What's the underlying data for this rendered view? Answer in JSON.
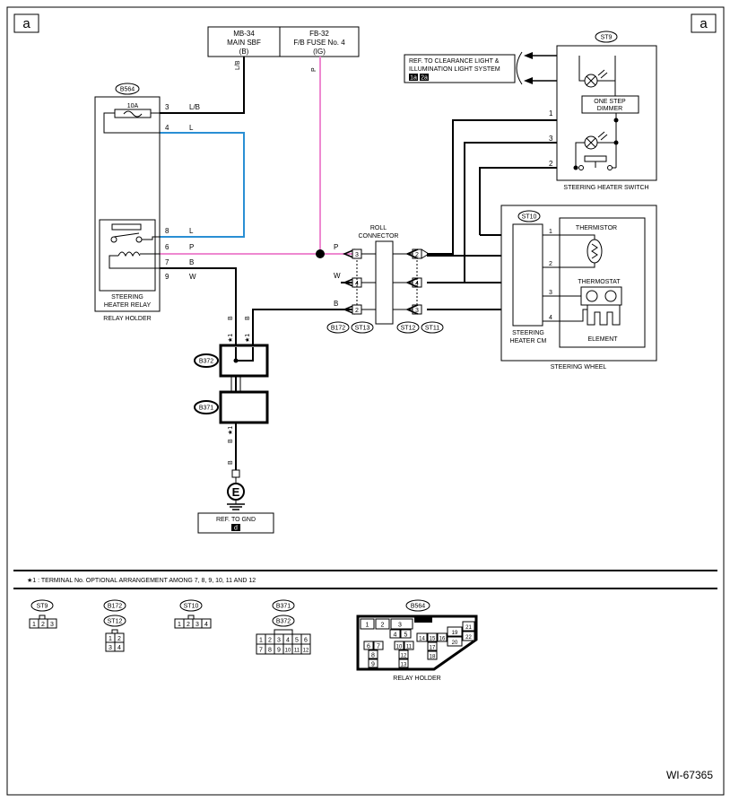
{
  "page_marker": "a",
  "figure_id": "WI-67365",
  "note": "★1 : TERMINAL No. OPTIONAL ARRANGEMENT AMONG 7, 8, 9, 10, 11 AND 12",
  "star_mark": "★1",
  "fuses": {
    "main_sbf": {
      "line1": "MB-34",
      "line2": "MAIN SBF",
      "line3": "(B)"
    },
    "fb_fuse": {
      "line1": "FB-32",
      "line2": "F/B FUSE No. 4",
      "line3": "(IG)"
    }
  },
  "wire_colors": {
    "lb": "L/B",
    "l": "L",
    "p": "P",
    "b": "B",
    "w": "W"
  },
  "colors": {
    "blue_wire": "#2a8fd4",
    "pink_wire": "#ee88d0",
    "black_wire": "#000000"
  },
  "relay": {
    "connector": "B564",
    "fuse": "10A",
    "name_line1": "STEERING",
    "name_line2": "HEATER RELAY",
    "holder": "RELAY HOLDER",
    "pins": [
      "3",
      "4",
      "8",
      "6",
      "7",
      "9"
    ]
  },
  "reference": {
    "line1": "REF. TO CLEARANCE LIGHT &",
    "line2": "ILLUMINATION LIGHT SYSTEM",
    "badge1": "1a",
    "badge2": "2a"
  },
  "switch": {
    "connector": "ST9",
    "dimmer_line1": "ONE STEP",
    "dimmer_line2": "DIMMER",
    "name": "STEERING HEATER SWITCH",
    "pins": [
      "1",
      "3",
      "2"
    ]
  },
  "roll_connector": {
    "line1": "ROLL",
    "line2": "CONNECTOR"
  },
  "connectors": {
    "b172": "B172",
    "st13": "ST13",
    "st12": "ST12",
    "st11": "ST11",
    "b372": "B372",
    "b371": "B371"
  },
  "terminal_pins": {
    "left": [
      "3",
      "4",
      "2"
    ],
    "right": [
      "2",
      "4",
      "3"
    ]
  },
  "steering_wheel": {
    "name": "STEERING WHEEL",
    "cm_connector": "ST10",
    "cm_line1": "STEERING",
    "cm_line2": "HEATER CM",
    "thermistor": "THERMISTOR",
    "thermostat": "THERMOSTAT",
    "element": "ELEMENT",
    "pins": [
      "1",
      "2",
      "3",
      "4"
    ]
  },
  "ground": {
    "symbol": "E",
    "ref": "REF. TO GND",
    "badge": "d"
  },
  "legend": {
    "st9": {
      "label": "ST9",
      "pins": [
        "1",
        "2",
        "3"
      ]
    },
    "b172_st12": {
      "label1": "B172",
      "label2": "ST12",
      "pins": [
        "1",
        "2",
        "3",
        "4"
      ]
    },
    "st10": {
      "label": "ST10",
      "pins": [
        "1",
        "2",
        "3",
        "4"
      ]
    },
    "b371_b372": {
      "label1": "B371",
      "label2": "B372",
      "pins": [
        "1",
        "2",
        "3",
        "4",
        "5",
        "6",
        "7",
        "8",
        "9",
        "10",
        "11",
        "12"
      ]
    },
    "b564": {
      "label": "B564",
      "caption": "RELAY HOLDER",
      "cells": [
        "1",
        "2",
        "3",
        "4",
        "5",
        "6",
        "7",
        "8",
        "9",
        "10",
        "11",
        "12",
        "13",
        "14",
        "15",
        "16",
        "17",
        "18",
        "19",
        "20",
        "21",
        "22"
      ]
    }
  }
}
